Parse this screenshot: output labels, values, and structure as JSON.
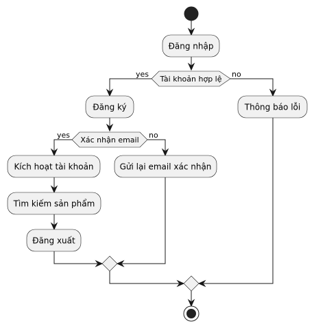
{
  "diagram": {
    "start": "start",
    "steps": {
      "login": "Đăng nhập",
      "register": "Đăng ký",
      "activate_account": "Kích hoạt tài khoản",
      "search_products": "Tìm kiếm sản phẩm",
      "logout": "Đăng xuất",
      "resend_email": "Gửi lại email xác nhận",
      "error_notice": "Thông báo lỗi"
    },
    "decisions": {
      "account_valid": "Tài khoản hợp lệ",
      "email_confirm": "Xác nhận email"
    },
    "branches": {
      "yes": "yes",
      "no": "no"
    }
  }
}
